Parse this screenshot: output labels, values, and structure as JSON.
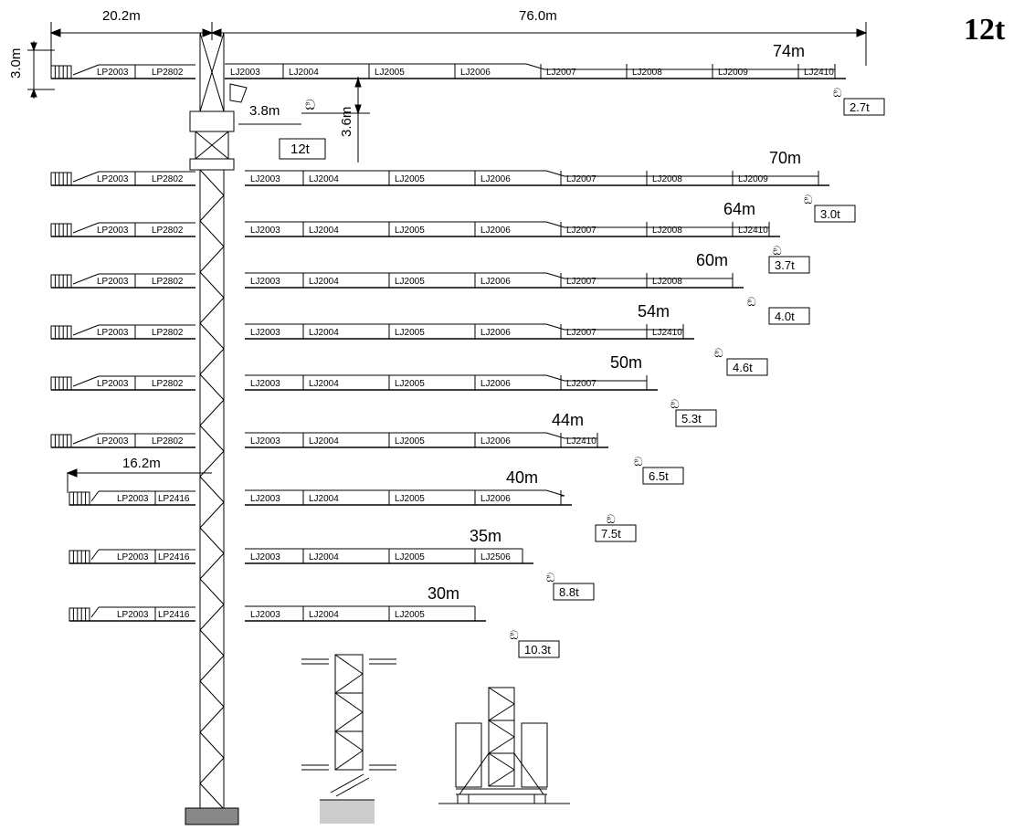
{
  "title": "12t",
  "dimensions": {
    "counter_jib_length": "20.2m",
    "jib_length_total": "76.0m",
    "jib_height": "3.0m",
    "trolley_offset": "3.8m",
    "hook_drop": "3.6m",
    "short_counter_jib": "16.2m",
    "max_load": "12t"
  },
  "configs": [
    {
      "length": "74m",
      "load": "2.7t",
      "counter": [
        "LP2003",
        "LP2802"
      ],
      "segments": [
        "LJ2003",
        "LJ2004",
        "LJ2005",
        "LJ2006",
        "LJ2007",
        "LJ2008",
        "LJ2009",
        "LJ2410"
      ]
    },
    {
      "length": "70m",
      "load": "3.0t",
      "counter": [
        "LP2003",
        "LP2802"
      ],
      "segments": [
        "LJ2003",
        "LJ2004",
        "LJ2005",
        "LJ2006",
        "LJ2007",
        "LJ2008",
        "LJ2009"
      ]
    },
    {
      "length": "64m",
      "load": "3.7t",
      "counter": [
        "LP2003",
        "LP2802"
      ],
      "segments": [
        "LJ2003",
        "LJ2004",
        "LJ2005",
        "LJ2006",
        "LJ2007",
        "LJ2008",
        "LJ2410"
      ]
    },
    {
      "length": "60m",
      "load": "4.0t",
      "counter": [
        "LP2003",
        "LP2802"
      ],
      "segments": [
        "LJ2003",
        "LJ2004",
        "LJ2005",
        "LJ2006",
        "LJ2007",
        "LJ2008"
      ]
    },
    {
      "length": "54m",
      "load": "4.6t",
      "counter": [
        "LP2003",
        "LP2802"
      ],
      "segments": [
        "LJ2003",
        "LJ2004",
        "LJ2005",
        "LJ2006",
        "LJ2007",
        "LJ2410"
      ]
    },
    {
      "length": "50m",
      "load": "5.3t",
      "counter": [
        "LP2003",
        "LP2802"
      ],
      "segments": [
        "LJ2003",
        "LJ2004",
        "LJ2005",
        "LJ2006",
        "LJ2007"
      ]
    },
    {
      "length": "44m",
      "load": "6.5t",
      "counter": [
        "LP2003",
        "LP2802"
      ],
      "segments": [
        "LJ2003",
        "LJ2004",
        "LJ2005",
        "LJ2006",
        "LJ2410"
      ]
    },
    {
      "length": "40m",
      "load": "7.5t",
      "counter": [
        "LP2003",
        "LP2416"
      ],
      "segments": [
        "LJ2003",
        "LJ2004",
        "LJ2005",
        "LJ2006"
      ]
    },
    {
      "length": "35m",
      "load": "8.8t",
      "counter": [
        "LP2003",
        "LP2416"
      ],
      "segments": [
        "LJ2003",
        "LJ2004",
        "LJ2005",
        "LJ2506"
      ]
    },
    {
      "length": "30m",
      "load": "10.3t",
      "counter": [
        "LP2003",
        "LP2416"
      ],
      "segments": [
        "LJ2003",
        "LJ2004",
        "LJ2005"
      ]
    }
  ],
  "colors": {
    "line": "#000000",
    "background": "#ffffff"
  }
}
